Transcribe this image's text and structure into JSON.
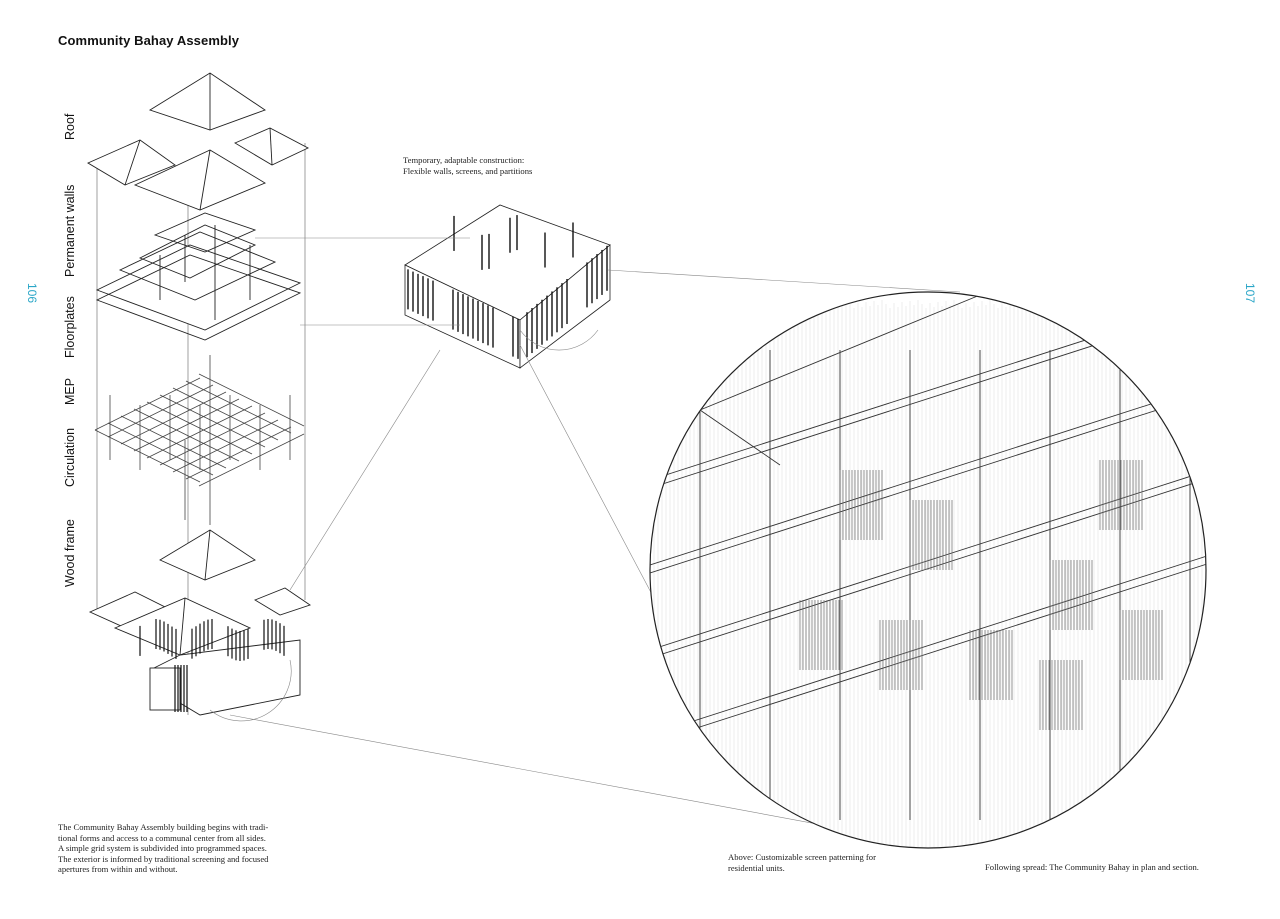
{
  "page": {
    "title": "Community Bahay Assembly",
    "page_left": "106",
    "page_right": "107"
  },
  "layers": [
    "Roof",
    "Permanent walls",
    "Floorplates",
    "MEP",
    "Circulation",
    "Wood frame"
  ],
  "captions": {
    "temporary": [
      "Temporary, adaptable construction:",
      "Flexible walls, screens, and partitions"
    ],
    "body": [
      "The Community Bahay Assembly building begins with tradi-",
      "tional forms and access to a communal center from all sides.",
      "A simple grid system is subdivided into programmed spaces.",
      "The exterior is informed by traditional screening and focused",
      "apertures from within and without."
    ],
    "above": [
      "Above: Customizable screen patterning for",
      "residential units."
    ],
    "following": [
      "Following spread: The Community Bahay in plan and section."
    ]
  },
  "colors": {
    "accent": "#2aa6c7",
    "ink": "#111111"
  }
}
